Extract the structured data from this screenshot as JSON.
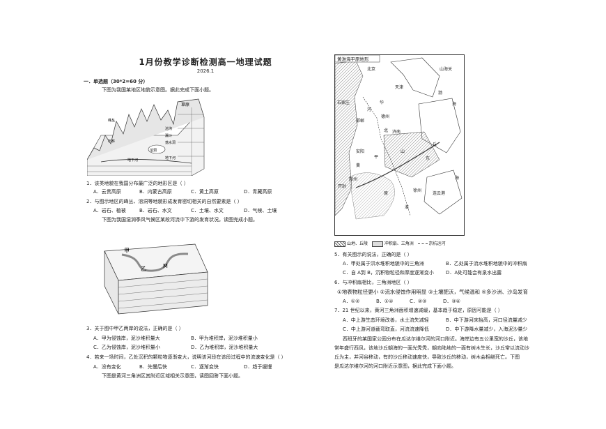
{
  "header": {
    "title": "1月份教学诊断检测高一地理试题",
    "date": "2026.1"
  },
  "section": {
    "label": "一．单选题（30*2=60 分）"
  },
  "left": {
    "intro1": "下图为我国某地区地貌示意图。据此完成下面小题。",
    "fig1_labels": [
      "草原",
      "峰丛",
      "石林",
      "溶洞",
      "溶沟",
      "漏斗",
      "地下河",
      "落水洞",
      "地下河"
    ],
    "q1": "1．该类地貌在我国分布最广泛的地形区是（    ）",
    "q1_opts": [
      "A．云贵高原",
      "B．内蒙古高原",
      "C．黄土高原",
      "D．青藏高原"
    ],
    "q2": "2．与图示地区的峰丛、溶洞等地貌形成发育密切相关的自然要素是（    ）",
    "q2_opts": [
      "A．岩石、植被",
      "B．岩石、水文",
      "C．土壤、水文",
      "D．气候、土壤"
    ],
    "intro2": "下图为我国湿润季风气候区某段河流中下游的发育状况。读图完成小题。",
    "fig2_labels": [
      "甲",
      "乙",
      "M"
    ],
    "q3": "3．关于图中甲乙两岸的说法，正确的是（                    ）",
    "q3_opts": [
      "A．甲为侵蚀岸，泥沙堆积量大",
      "B．甲为堆积岸，泥沙堆积量小",
      "C．乙为侵蚀岸，泥沙堆积量小",
      "D．乙为堆积岸，泥沙堆积量大"
    ],
    "q4": "4．若来一场时间，乙处沉积的颗粒物逐渐变大，说明该河段在该段过程中的流速变化是（    ）",
    "q4_opts": [
      "A．没有变化",
      "B．先慢后快",
      "C．逐渐变快",
      "D．趋于缓慢"
    ],
    "intro3": "下图是黄河三角洲区其附近区域相关示意图，读图回答下面小题。"
  },
  "map": {
    "title": "黄淮海平原地形",
    "labels": [
      "北京",
      "天津",
      "山海关",
      "石家庄",
      "渤",
      "海",
      "德州",
      "济南",
      "邯郸",
      "华",
      "北",
      "平",
      "原",
      "河",
      "安阳",
      "东",
      "丘",
      "黄",
      "开封",
      "郑州",
      "淮",
      "徐州",
      "连云港",
      "海",
      "山"
    ],
    "legend": [
      "山地、丘陵",
      "冲积扇、三角洲",
      "京杭运河"
    ]
  },
  "right": {
    "q5": "5．有关图示的说法，正确的是（   ）",
    "q5_opts": [
      "A．甲处属于洪水堆积地貌中的三角洲",
      "B．乙处属于流水堆积地貌中的冲积扇",
      "C．自 A到 B，沉积物粒径和厚度逐渐变小",
      "D．A处可能会有泉水出露"
    ],
    "q6": "6．与冲积扇相比，三角洲地区（   ）",
    "q6_items": "①地表物粒径更小   ②流水侵蚀作用明显   ③土壤肥沃，气候温和  ④多沙洲、沙岛发育",
    "q6_opts": [
      "A．①②",
      "B．①④",
      "C．②③",
      "D．③④"
    ],
    "q7": "7．21 世纪以来，黄河三角洲面积增速减缓，基本趋于稳定，原因可能是（   ）",
    "q7_opts": [
      "A．中上游生态环境改善，水土流失减轻",
      "B．中下游河床抬高，河口径流量减少",
      "C．中上游河道截弯取直，河流流速降低",
      "D．中下游降水量减少，入海泥沙量少"
    ],
    "para1": "西班牙的某国家公园分布在瓜达尔维尔河的河口附近。海岸边有五公里宽的沙丘，该地",
    "para2": "常年盛行西风，该地沙丘朝海的一面光秃秃，朝向陆地的一面有树木生长，沙丘常以流动沙",
    "para3": "丘为主，并河谷移动，有的沙丘移动速度快，导致沙丘的移动，树木会相继死亡。下图",
    "para4": "是瓜达尔维尔河的河口附近示意图，据此完成下面小题。"
  }
}
